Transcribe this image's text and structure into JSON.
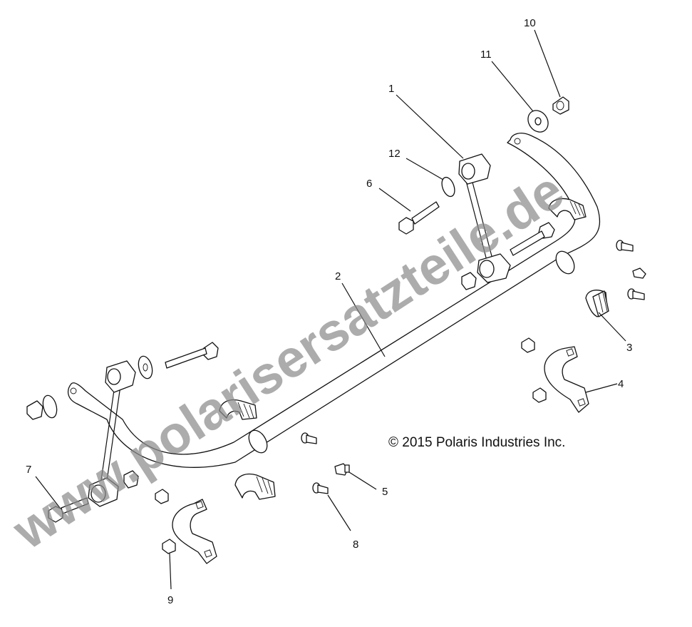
{
  "diagram": {
    "callouts": [
      {
        "id": "1",
        "label": "1"
      },
      {
        "id": "2",
        "label": "2"
      },
      {
        "id": "3",
        "label": "3"
      },
      {
        "id": "4",
        "label": "4"
      },
      {
        "id": "5",
        "label": "5"
      },
      {
        "id": "6",
        "label": "6"
      },
      {
        "id": "7",
        "label": "7"
      },
      {
        "id": "8",
        "label": "8"
      },
      {
        "id": "9",
        "label": "9"
      },
      {
        "id": "10",
        "label": "10"
      },
      {
        "id": "11",
        "label": "11"
      },
      {
        "id": "12",
        "label": "12"
      }
    ],
    "copyright": "© 2015 Polaris Industries Inc.",
    "watermark": "www.polarisersatzteile.de"
  }
}
